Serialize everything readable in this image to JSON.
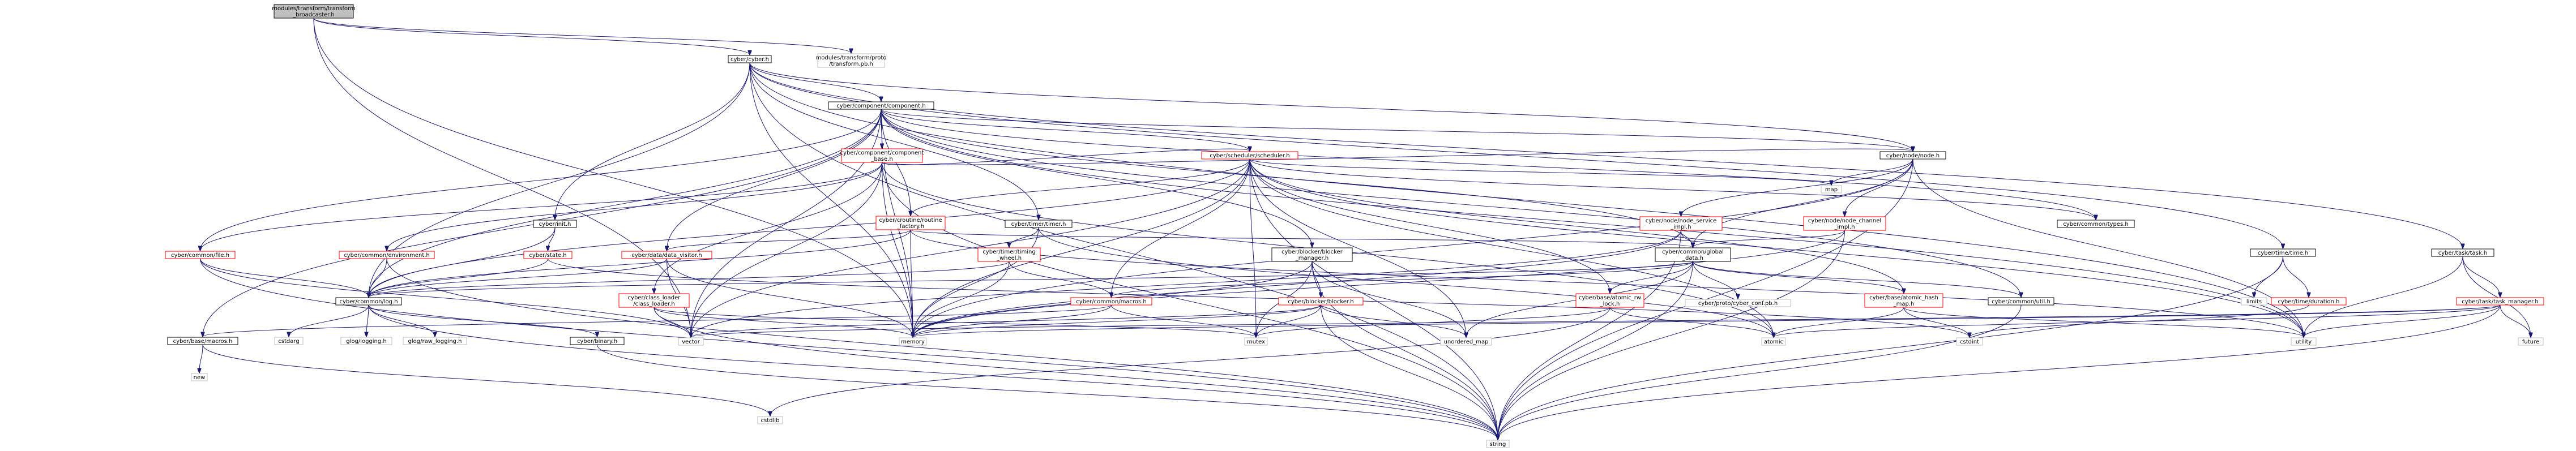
{
  "colors": {
    "edge": "#191970",
    "root_fill": "#bfbfbf",
    "root_border": "#000000",
    "normal_border": "#000000",
    "missing_border": "#ff0000",
    "external_border": "#bfbfbf",
    "fill": "#ffffff",
    "text": "#000000"
  },
  "nodes": [
    {
      "id": "root",
      "label": [
        "modules/transform/transform",
        "_broadcaster.h"
      ],
      "kind": "root"
    },
    {
      "id": "cyber_h",
      "label": [
        "cyber/cyber.h"
      ],
      "kind": "normal"
    },
    {
      "id": "transform_pb",
      "label": [
        "modules/transform/proto",
        "/transform.pb.h"
      ],
      "kind": "external"
    },
    {
      "id": "component_h",
      "label": [
        "cyber/component/component.h"
      ],
      "kind": "normal"
    },
    {
      "id": "component_base",
      "label": [
        "cyber/component/component",
        "_base.h"
      ],
      "kind": "missing"
    },
    {
      "id": "scheduler_h",
      "label": [
        "cyber/scheduler/scheduler.h"
      ],
      "kind": "missing"
    },
    {
      "id": "node_h",
      "label": [
        "cyber/node/node.h"
      ],
      "kind": "normal"
    },
    {
      "id": "init_h",
      "label": [
        "cyber/init.h"
      ],
      "kind": "normal"
    },
    {
      "id": "routine_factory",
      "label": [
        "cyber/croutine/routine",
        "_factory.h"
      ],
      "kind": "missing"
    },
    {
      "id": "timer_h",
      "label": [
        "cyber/timer/timer.h"
      ],
      "kind": "normal"
    },
    {
      "id": "node_service_impl",
      "label": [
        "cyber/node/node_service",
        "_impl.h"
      ],
      "kind": "missing"
    },
    {
      "id": "node_channel_impl",
      "label": [
        "cyber/node/node_channel",
        "_impl.h"
      ],
      "kind": "missing"
    },
    {
      "id": "types_h",
      "label": [
        "cyber/common/types.h"
      ],
      "kind": "normal"
    },
    {
      "id": "time_h",
      "label": [
        "cyber/time/time.h"
      ],
      "kind": "normal"
    },
    {
      "id": "task_h",
      "label": [
        "cyber/task/task.h"
      ],
      "kind": "normal"
    },
    {
      "id": "file_h",
      "label": [
        "cyber/common/file.h"
      ],
      "kind": "missing"
    },
    {
      "id": "environment_h",
      "label": [
        "cyber/common/environment.h"
      ],
      "kind": "missing"
    },
    {
      "id": "state_h",
      "label": [
        "cyber/state.h"
      ],
      "kind": "missing"
    },
    {
      "id": "data_visitor",
      "label": [
        "cyber/data/data_visitor.h"
      ],
      "kind": "missing"
    },
    {
      "id": "timing_wheel",
      "label": [
        "cyber/timer/timing",
        "_wheel.h"
      ],
      "kind": "missing"
    },
    {
      "id": "blocker_manager",
      "label": [
        "cyber/blocker/blocker",
        "_manager.h"
      ],
      "kind": "normal"
    },
    {
      "id": "global_data",
      "label": [
        "cyber/common/global",
        "_data.h"
      ],
      "kind": "normal"
    },
    {
      "id": "duration_h",
      "label": [
        "cyber/time/duration.h"
      ],
      "kind": "missing"
    },
    {
      "id": "task_manager",
      "label": [
        "cyber/task/task_manager.h"
      ],
      "kind": "missing"
    },
    {
      "id": "log_h",
      "label": [
        "cyber/common/log.h"
      ],
      "kind": "normal"
    },
    {
      "id": "class_loader",
      "label": [
        "cyber/class_loader",
        "/class_loader.h"
      ],
      "kind": "missing"
    },
    {
      "id": "macros_h",
      "label": [
        "cyber/common/macros.h"
      ],
      "kind": "missing"
    },
    {
      "id": "blocker_h",
      "label": [
        "cyber/blocker/blocker.h"
      ],
      "kind": "missing"
    },
    {
      "id": "atomic_rw_lock",
      "label": [
        "cyber/base/atomic_rw",
        "_lock.h"
      ],
      "kind": "missing"
    },
    {
      "id": "conf_pb",
      "label": [
        "cyber/proto/cyber_conf.pb.h"
      ],
      "kind": "external"
    },
    {
      "id": "atomic_hash_map",
      "label": [
        "cyber/base/atomic_hash",
        "_map.h"
      ],
      "kind": "missing"
    },
    {
      "id": "util_h",
      "label": [
        "cyber/common/util.h"
      ],
      "kind": "normal"
    },
    {
      "id": "base_macros",
      "label": [
        "cyber/base/macros.h"
      ],
      "kind": "normal"
    },
    {
      "id": "binary_h",
      "label": [
        "cyber/binary.h"
      ],
      "kind": "normal"
    },
    {
      "id": "map",
      "label": [
        "map"
      ],
      "kind": "external"
    },
    {
      "id": "limits",
      "label": [
        "limits"
      ],
      "kind": "external"
    },
    {
      "id": "cstdarg",
      "label": [
        "cstdarg"
      ],
      "kind": "external"
    },
    {
      "id": "glog_logging",
      "label": [
        "glog/logging.h"
      ],
      "kind": "external"
    },
    {
      "id": "glog_raw_logging",
      "label": [
        "glog/raw_logging.h"
      ],
      "kind": "external"
    },
    {
      "id": "vector",
      "label": [
        "vector"
      ],
      "kind": "external"
    },
    {
      "id": "memory",
      "label": [
        "memory"
      ],
      "kind": "external"
    },
    {
      "id": "mutex",
      "label": [
        "mutex"
      ],
      "kind": "external"
    },
    {
      "id": "unordered_map",
      "label": [
        "unordered_map"
      ],
      "kind": "external"
    },
    {
      "id": "atomic",
      "label": [
        "atomic"
      ],
      "kind": "external"
    },
    {
      "id": "cstdint",
      "label": [
        "cstdint"
      ],
      "kind": "external"
    },
    {
      "id": "utility",
      "label": [
        "utility"
      ],
      "kind": "external"
    },
    {
      "id": "future",
      "label": [
        "future"
      ],
      "kind": "external"
    },
    {
      "id": "new",
      "label": [
        "new"
      ],
      "kind": "external"
    },
    {
      "id": "cstdlib",
      "label": [
        "cstdlib"
      ],
      "kind": "external"
    },
    {
      "id": "string",
      "label": [
        "string"
      ],
      "kind": "external"
    }
  ],
  "edges": [
    [
      "root",
      "cyber_h"
    ],
    [
      "root",
      "transform_pb"
    ],
    [
      "root",
      "vector"
    ],
    [
      "root",
      "memory"
    ],
    [
      "cyber_h",
      "component_h"
    ],
    [
      "cyber_h",
      "init_h"
    ],
    [
      "cyber_h",
      "node_h"
    ],
    [
      "cyber_h",
      "timer_h"
    ],
    [
      "cyber_h",
      "time_h"
    ],
    [
      "cyber_h",
      "task_h"
    ],
    [
      "cyber_h",
      "log_h"
    ],
    [
      "cyber_h",
      "memory"
    ],
    [
      "cyber_h",
      "string"
    ],
    [
      "cyber_h",
      "utility"
    ],
    [
      "component_h",
      "component_base"
    ],
    [
      "component_h",
      "scheduler_h"
    ],
    [
      "component_h",
      "node_h"
    ],
    [
      "component_h",
      "routine_factory"
    ],
    [
      "component_h",
      "data_visitor"
    ],
    [
      "component_h",
      "types_h"
    ],
    [
      "component_h",
      "util_h"
    ],
    [
      "component_h",
      "log_h"
    ],
    [
      "component_h",
      "file_h"
    ],
    [
      "component_h",
      "base_macros"
    ],
    [
      "component_h",
      "global_data"
    ],
    [
      "component_h",
      "blocker_manager"
    ],
    [
      "component_h",
      "memory"
    ],
    [
      "component_h",
      "vector"
    ],
    [
      "component_h",
      "utility"
    ],
    [
      "component_base",
      "scheduler_h"
    ],
    [
      "component_base",
      "node_h"
    ],
    [
      "component_base",
      "environment_h"
    ],
    [
      "component_base",
      "file_h"
    ],
    [
      "component_base",
      "class_loader"
    ],
    [
      "component_base",
      "memory"
    ],
    [
      "component_base",
      "atomic"
    ],
    [
      "component_base",
      "string"
    ],
    [
      "component_base",
      "vector"
    ],
    [
      "scheduler_h",
      "routine_factory"
    ],
    [
      "scheduler_h",
      "macros_h"
    ],
    [
      "scheduler_h",
      "log_h"
    ],
    [
      "scheduler_h",
      "atomic_hash_map"
    ],
    [
      "scheduler_h",
      "atomic_rw_lock"
    ],
    [
      "scheduler_h",
      "types_h"
    ],
    [
      "scheduler_h",
      "map"
    ],
    [
      "scheduler_h",
      "memory"
    ],
    [
      "scheduler_h",
      "mutex"
    ],
    [
      "scheduler_h",
      "string"
    ],
    [
      "scheduler_h",
      "unordered_map"
    ],
    [
      "scheduler_h",
      "atomic"
    ],
    [
      "scheduler_h",
      "utility"
    ],
    [
      "scheduler_h",
      "vector"
    ],
    [
      "node_h",
      "node_service_impl"
    ],
    [
      "node_h",
      "node_channel_impl"
    ],
    [
      "node_h",
      "map"
    ],
    [
      "node_h",
      "memory"
    ],
    [
      "node_h",
      "string"
    ],
    [
      "node_h",
      "utility"
    ],
    [
      "node_h",
      "global_data"
    ],
    [
      "init_h",
      "state_h"
    ],
    [
      "init_h",
      "log_h"
    ],
    [
      "routine_factory",
      "data_visitor"
    ],
    [
      "routine_factory",
      "log_h"
    ],
    [
      "routine_factory",
      "global_data"
    ],
    [
      "routine_factory",
      "memory"
    ],
    [
      "routine_factory",
      "utility"
    ],
    [
      "timer_h",
      "timing_wheel"
    ],
    [
      "timer_h",
      "memory"
    ],
    [
      "timer_h",
      "atomic"
    ],
    [
      "node_service_impl",
      "global_data"
    ],
    [
      "node_service_impl",
      "memory"
    ],
    [
      "node_service_impl",
      "string"
    ],
    [
      "node_service_impl",
      "vector"
    ],
    [
      "node_channel_impl",
      "global_data"
    ],
    [
      "node_channel_impl",
      "memory"
    ],
    [
      "node_channel_impl",
      "string"
    ],
    [
      "time_h",
      "duration_h"
    ],
    [
      "time_h",
      "limits"
    ],
    [
      "time_h",
      "string"
    ],
    [
      "task_h",
      "task_manager"
    ],
    [
      "task_h",
      "future"
    ],
    [
      "task_h",
      "utility"
    ],
    [
      "file_h",
      "log_h"
    ],
    [
      "file_h",
      "string"
    ],
    [
      "file_h",
      "vector"
    ],
    [
      "environment_h",
      "log_h"
    ],
    [
      "environment_h",
      "string"
    ],
    [
      "state_h",
      "log_h"
    ],
    [
      "state_h",
      "cstdint"
    ],
    [
      "data_visitor",
      "log_h"
    ],
    [
      "data_visitor",
      "memory"
    ],
    [
      "data_visitor",
      "vector"
    ],
    [
      "timing_wheel",
      "macros_h"
    ],
    [
      "timing_wheel",
      "log_h"
    ],
    [
      "timing_wheel",
      "memory"
    ],
    [
      "blocker_manager",
      "blocker_h"
    ],
    [
      "blocker_manager",
      "memory"
    ],
    [
      "blocker_manager",
      "mutex"
    ],
    [
      "blocker_manager",
      "string"
    ],
    [
      "blocker_manager",
      "unordered_map"
    ],
    [
      "global_data",
      "macros_h"
    ],
    [
      "global_data",
      "atomic_hash_map"
    ],
    [
      "global_data",
      "atomic_rw_lock"
    ],
    [
      "global_data",
      "util_h"
    ],
    [
      "global_data",
      "conf_pb"
    ],
    [
      "global_data",
      "log_h"
    ],
    [
      "global_data",
      "string"
    ],
    [
      "global_data",
      "unordered_map"
    ],
    [
      "duration_h",
      "cstdint"
    ],
    [
      "task_manager",
      "future"
    ],
    [
      "task_manager",
      "utility"
    ],
    [
      "task_manager",
      "memory"
    ],
    [
      "task_manager",
      "string"
    ],
    [
      "task_manager",
      "vector"
    ],
    [
      "task_manager",
      "atomic"
    ],
    [
      "log_h",
      "cstdarg"
    ],
    [
      "log_h",
      "glog_logging"
    ],
    [
      "log_h",
      "glog_raw_logging"
    ],
    [
      "log_h",
      "binary_h"
    ],
    [
      "log_h",
      "string"
    ],
    [
      "class_loader",
      "memory"
    ],
    [
      "class_loader",
      "mutex"
    ],
    [
      "class_loader",
      "string"
    ],
    [
      "class_loader",
      "vector"
    ],
    [
      "macros_h",
      "base_macros"
    ],
    [
      "macros_h",
      "memory"
    ],
    [
      "macros_h",
      "mutex"
    ],
    [
      "blocker_h",
      "memory"
    ],
    [
      "blocker_h",
      "mutex"
    ],
    [
      "blocker_h",
      "string"
    ],
    [
      "blocker_h",
      "unordered_map"
    ],
    [
      "blocker_h",
      "vector"
    ],
    [
      "atomic_rw_lock",
      "atomic"
    ],
    [
      "atomic_rw_lock",
      "cstdlib"
    ],
    [
      "atomic_rw_lock",
      "mutex"
    ],
    [
      "atomic_hash_map",
      "atomic"
    ],
    [
      "atomic_hash_map",
      "cstdint"
    ],
    [
      "atomic_hash_map",
      "utility"
    ],
    [
      "util_h",
      "string"
    ],
    [
      "base_macros",
      "cstdlib"
    ],
    [
      "base_macros",
      "new"
    ],
    [
      "binary_h",
      "string"
    ]
  ]
}
